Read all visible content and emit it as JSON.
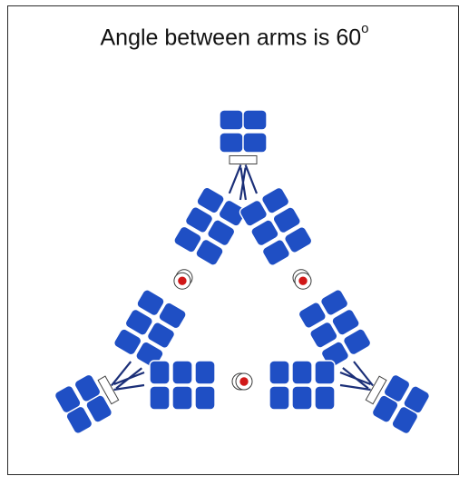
{
  "title": {
    "text": "Angle between arms is 60",
    "degree": "o"
  },
  "colors": {
    "domain": "#1f4fc4",
    "disulfide": "#d01818",
    "hinge": "#ffffff",
    "frame": "#2a2a2a"
  },
  "molecules": [
    {
      "name": "top-antibody"
    },
    {
      "name": "left-antibody"
    },
    {
      "name": "right-antibody"
    }
  ]
}
